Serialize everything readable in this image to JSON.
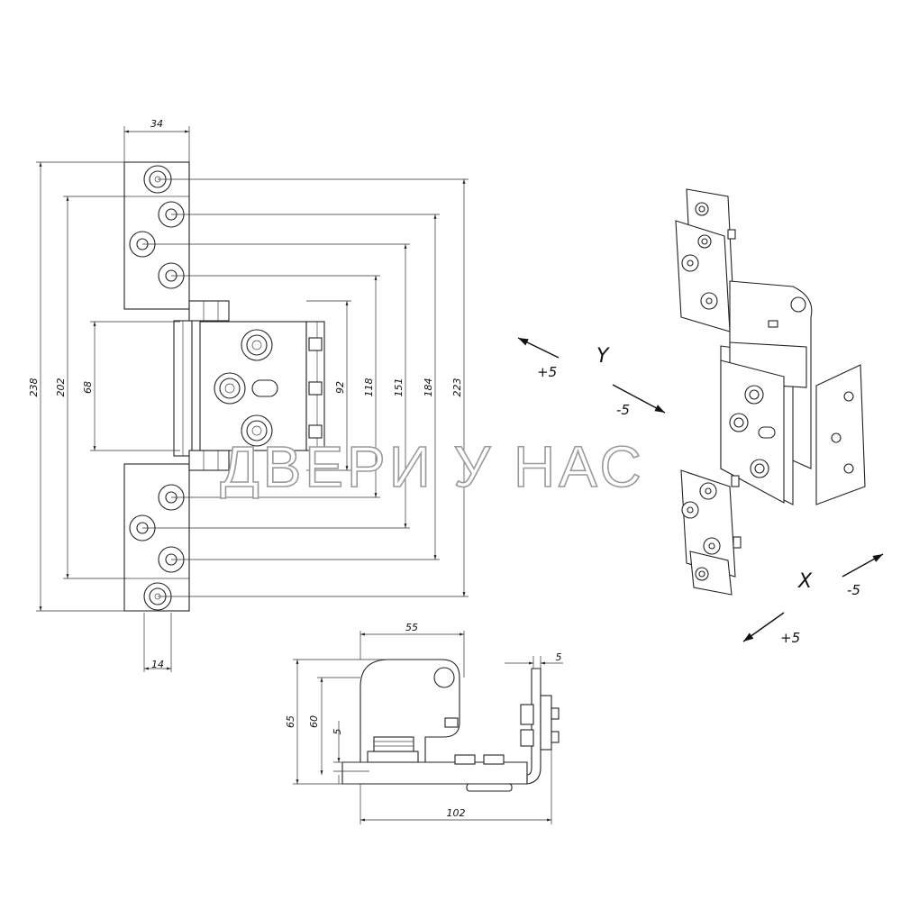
{
  "front_view": {
    "dims": {
      "width_top": "34",
      "width_bottom": "14",
      "h_238": "238",
      "h_202": "202",
      "h_68": "68",
      "h_92": "92",
      "h_118": "118",
      "h_151": "151",
      "h_184": "184",
      "h_223": "223"
    }
  },
  "side_view": {
    "dims": {
      "top_55": "55",
      "right_5": "5",
      "h_65": "65",
      "h_60": "60",
      "h_5": "5",
      "bottom_102": "102"
    }
  },
  "iso_view": {
    "axis_y": "Y",
    "y_plus": "+5",
    "y_minus": "-5",
    "axis_x": "X",
    "x_minus": "-5",
    "x_plus": "+5"
  },
  "watermark": "ДВЕРИ У НАС"
}
